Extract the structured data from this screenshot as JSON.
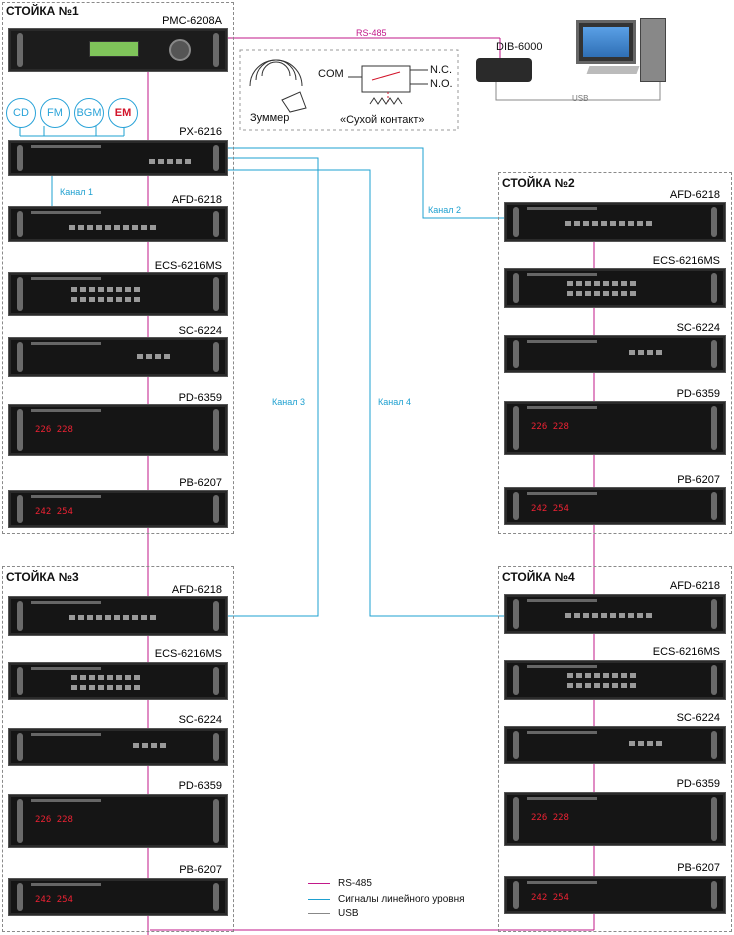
{
  "racks": [
    {
      "title": "СТОЙКА №1",
      "models": [
        "PMC-6208A",
        "PX-6216",
        "AFD-6218",
        "ECS-6216MS",
        "SC-6224",
        "PD-6359",
        "PB-6207"
      ]
    },
    {
      "title": "СТОЙКА №2",
      "models": [
        "AFD-6218",
        "ECS-6216MS",
        "SC-6224",
        "PD-6359",
        "PB-6207"
      ]
    },
    {
      "title": "СТОЙКА №3",
      "models": [
        "AFD-6218",
        "ECS-6216MS",
        "SC-6224",
        "PD-6359",
        "PB-6207"
      ]
    },
    {
      "title": "СТОЙКА №4",
      "models": [
        "AFD-6218",
        "ECS-6216MS",
        "SC-6224",
        "PD-6359",
        "PB-6207"
      ]
    }
  ],
  "sources": [
    "CD",
    "FM",
    "BGM",
    "EM"
  ],
  "links": {
    "rs485": "RS-485",
    "usb": "USB",
    "ch1": "Канал 1",
    "ch2": "Канал 2",
    "ch3": "Канал 3",
    "ch4": "Канал 4"
  },
  "devices": {
    "dib": "DIB-6000",
    "buzzer": "Зуммер",
    "dry_contact": "«Сухой контакт»",
    "com": "COM",
    "nc": "N.C.",
    "no": "N.O."
  },
  "displays": {
    "pd_left": "226",
    "pd_right": "228",
    "pb_left": "242",
    "pb_right": "254"
  },
  "legend": [
    {
      "label": "RS-485",
      "color": "#c2188a"
    },
    {
      "label": "Сигналы линейного уровня",
      "color": "#1ea0d0"
    },
    {
      "label": "USB",
      "color": "#888888"
    }
  ],
  "colors": {
    "rs485": "#c2188a",
    "line": "#1ea0d0",
    "usb": "#888888"
  }
}
